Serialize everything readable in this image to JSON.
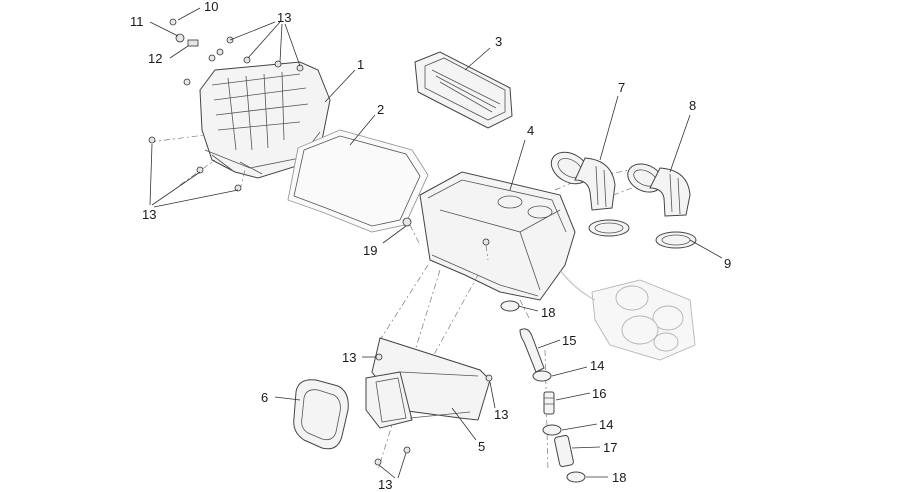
{
  "diagram": {
    "callouts": [
      {
        "id": "c10",
        "text": "10"
      },
      {
        "id": "c11",
        "text": "11"
      },
      {
        "id": "c12",
        "text": "12"
      },
      {
        "id": "c13a",
        "text": "13"
      },
      {
        "id": "c1",
        "text": "1"
      },
      {
        "id": "c3",
        "text": "3"
      },
      {
        "id": "c2",
        "text": "2"
      },
      {
        "id": "c4",
        "text": "4"
      },
      {
        "id": "c7",
        "text": "7"
      },
      {
        "id": "c8",
        "text": "8"
      },
      {
        "id": "c9",
        "text": "9"
      },
      {
        "id": "c13b",
        "text": "13"
      },
      {
        "id": "c19",
        "text": "19"
      },
      {
        "id": "c18a",
        "text": "18"
      },
      {
        "id": "c15",
        "text": "15"
      },
      {
        "id": "c13c",
        "text": "13"
      },
      {
        "id": "c14a",
        "text": "14"
      },
      {
        "id": "c6",
        "text": "6"
      },
      {
        "id": "c16",
        "text": "16"
      },
      {
        "id": "c13d",
        "text": "13"
      },
      {
        "id": "c14b",
        "text": "14"
      },
      {
        "id": "c5",
        "text": "5"
      },
      {
        "id": "c17",
        "text": "17"
      },
      {
        "id": "c13e",
        "text": "13"
      },
      {
        "id": "c18b",
        "text": "18"
      }
    ]
  }
}
